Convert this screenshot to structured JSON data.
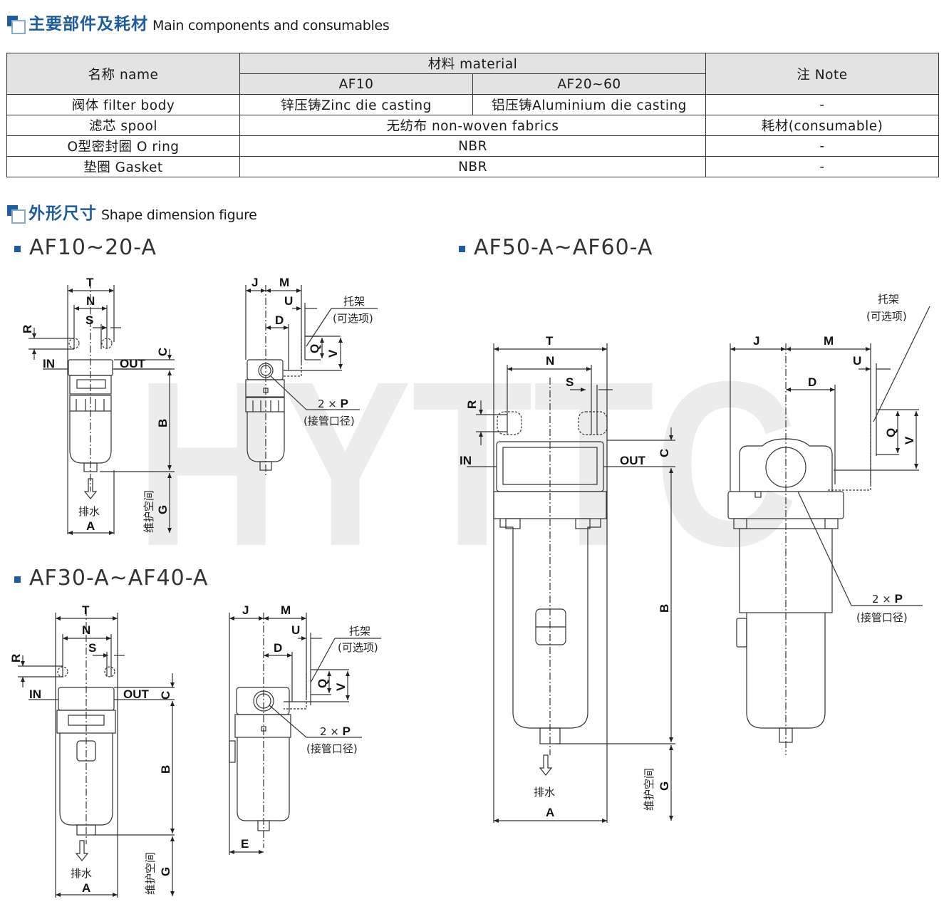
{
  "components_section": {
    "title_zh": "主要部件及耗材",
    "title_en": "Main components and consumables"
  },
  "components_table": {
    "col_name": "名称 name",
    "col_material": "材料 material",
    "col_af10": "AF10",
    "col_af20_60": "AF20~60",
    "col_note": "注 Note",
    "rows": [
      {
        "name": "阀体 filter body",
        "af10": "锌压铸Zinc die casting",
        "af20_60": "铝压铸Aluminium die casting",
        "note": "-"
      },
      {
        "name": "滤芯 spool",
        "material": "无纺布 non-woven fabrics",
        "note": "耗材(consumable)"
      },
      {
        "name": "O型密封圈 O ring",
        "material": "NBR",
        "note": "-"
      },
      {
        "name": "垫圈 Gasket",
        "material": "NBR",
        "note": "-"
      }
    ]
  },
  "dimension_section": {
    "title_zh": "外形尺寸",
    "title_en": "Shape dimension figure"
  },
  "models": {
    "small": "AF10~20-A",
    "medium": "AF30-A~AF40-A",
    "large": "AF50-A~AF60-A"
  },
  "watermark": "HYTTC",
  "dim_labels": {
    "T": "T",
    "N": "N",
    "S": "S",
    "R": "R",
    "C": "C",
    "B": "B",
    "G": "G",
    "A": "A",
    "J": "J",
    "M": "M",
    "U": "U",
    "D": "D",
    "Q": "Q",
    "V": "V",
    "E": "E",
    "in": "IN",
    "out": "OUT",
    "port_count": "2 × ",
    "port": "P",
    "port_zh": "(接管口径)",
    "bracket": "托架",
    "bracket_opt": "(可选项)",
    "drain": "排水",
    "maintenance": "维护空间"
  },
  "colors": {
    "accent": "#1f5c9e",
    "header_bg": "#e3e3e3",
    "watermark": "#ececec",
    "line": "#333333"
  }
}
